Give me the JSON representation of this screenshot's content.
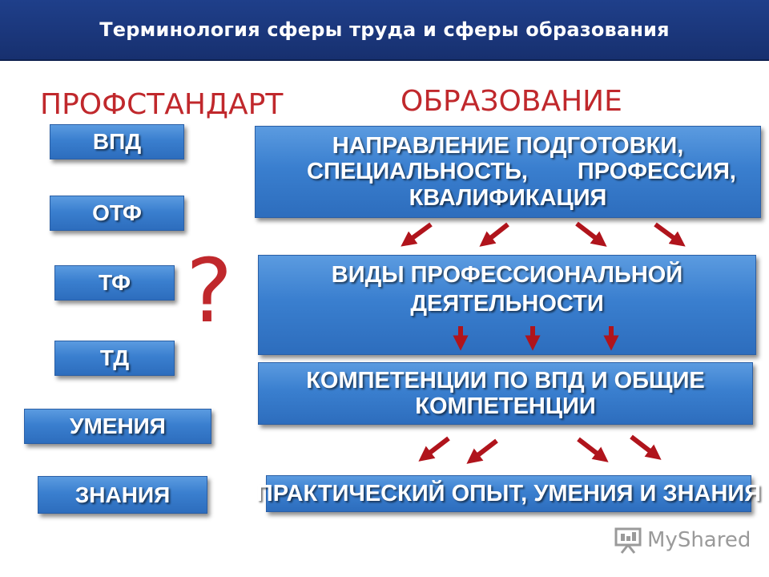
{
  "header": {
    "title": "Терминология сферы труда и сферы образования"
  },
  "left_title": "ПРОФСТАНДАРТ",
  "right_title": "ОБРАЗОВАНИЕ",
  "left_boxes": [
    "ВПД",
    "ОТФ",
    "ТФ",
    "ТД",
    "УМЕНИЯ",
    "ЗНАНИЯ"
  ],
  "question_mark": "?",
  "right_boxes": {
    "box1": [
      "НАПРАВЛЕНИЕ ПОДГОТОВКИ,",
      "СПЕЦИАЛЬНОСТЬ,",
      "ПРОФЕССИЯ,",
      "КВАЛИФИКАЦИЯ"
    ],
    "box2": [
      "ВИДЫ ПРОФЕССИОНАЛЬНОЙ",
      "ДЕЯТЕЛЬНОСТИ"
    ],
    "box3": [
      "КОМПЕТЕНЦИИ ПО ВПД И ОБЩИЕ",
      "КОМПЕТЕНЦИИ"
    ],
    "box4": [
      "ПРАКТИЧЕСКИЙ ОПЫТ, УМЕНИЯ И ЗНАНИЯ"
    ]
  },
  "logo": {
    "text": "MyShared",
    "icon": "presentation-board-icon"
  },
  "colors": {
    "header_bg": "#1f3f8a",
    "title_red": "#c0282c",
    "box_blue": "#3a7fcf",
    "arrow_red": "#b0141c"
  }
}
